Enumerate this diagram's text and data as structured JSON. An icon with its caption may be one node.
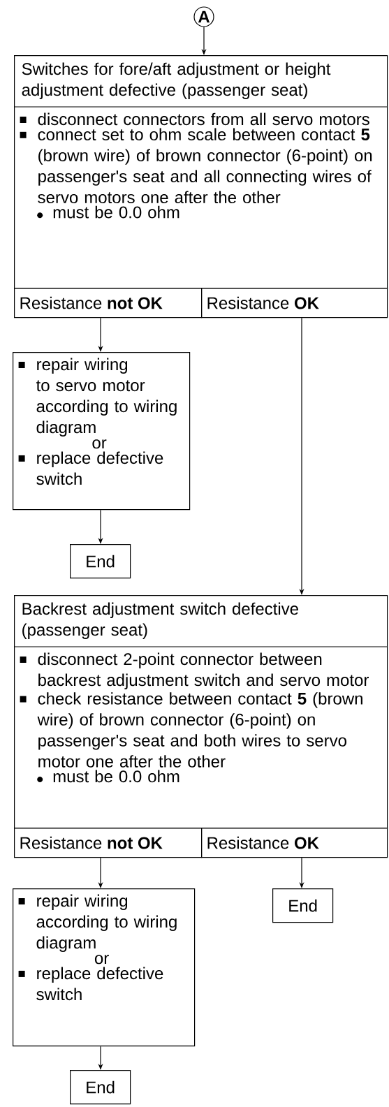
{
  "diagram": {
    "nodes": [
      {
        "text": [
          "A"
        ]
      },
      {
        "text": [
          "Switches for fore/aft adjustment or height adjustment defective (passenger seat)",
          "disconnect connectors from all servo motors",
          "connect set to ohm scale between contact **5** (brown wire) of brown connector (6-point) on passenger's seat and all connecting wires of servo motors one after the other",
          "must be 0.0 ohm"
        ]
      },
      {
        "text": [
          "Resistance **not OK**"
        ]
      },
      {
        "text": [
          "Resistance **OK**"
        ]
      },
      {
        "text": [
          "repair wiring to servo motor according to wiring diagram",
          "or",
          "replace defective switch"
        ]
      },
      {
        "text": [
          "End"
        ]
      },
      {
        "text": [
          "Backrest adjustment switch defective (passenger seat)",
          "disconnect 2-point connector between backrest adjustment switch and servo motor",
          "check resistance between contact **5** (brown wire) of brown connector (6-point) on passenger's seat and both wires to servo motor one after the other",
          "must be 0.0 ohm"
        ]
      },
      {
        "text": [
          "Resistance **not OK**"
        ]
      },
      {
        "text": [
          "Resistance **OK**"
        ]
      },
      {
        "text": [
          "repair wiring according to wiring diagram",
          "or",
          "replace defective switch"
        ]
      },
      {
        "text": [
          "End"
        ]
      },
      {
        "text": [
          "End"
        ]
      }
    ],
    "edges": [
      {
        "from": 0,
        "to": 1,
        "arrow": "to"
      },
      {
        "from": 2,
        "to": 4,
        "arrow": "to"
      },
      {
        "from": 4,
        "to": 5,
        "arrow": "to"
      },
      {
        "from": 3,
        "to": 6,
        "arrow": "to"
      },
      {
        "from": 7,
        "to": 9,
        "arrow": "to"
      },
      {
        "from": 9,
        "to": 11,
        "arrow": "to"
      },
      {
        "from": 8,
        "to": 10,
        "arrow": "to"
      }
    ]
  }
}
